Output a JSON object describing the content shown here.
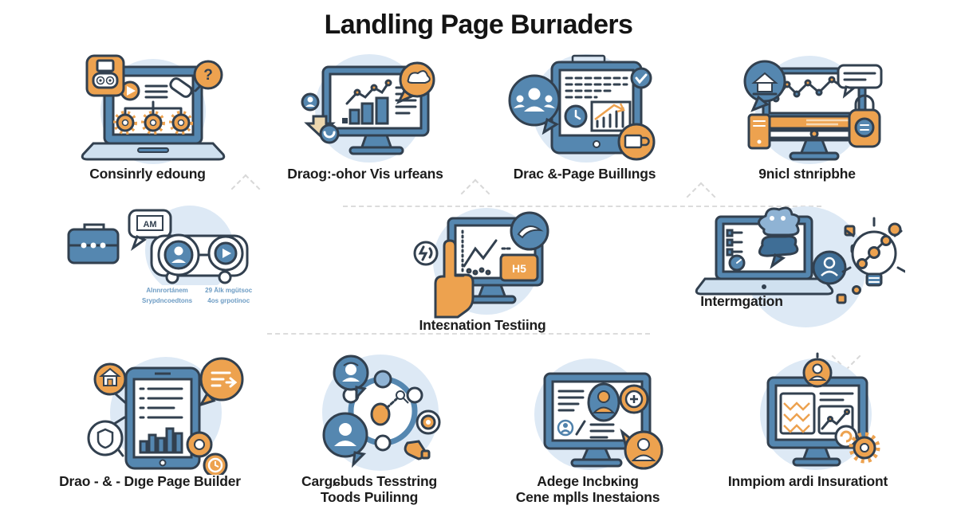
{
  "title": "Landling Page Burıaders",
  "colors": {
    "accent_orange": "#eda24f",
    "steel_blue": "#5587b0",
    "light_blue_bg": "#dde9f5",
    "outline_navy": "#32404f",
    "caption_text": "#1c1c1c",
    "mini_label_blue": "#6d9cc4"
  },
  "cells": {
    "r1c1": {
      "caption": "Consinrly edoung",
      "icon": "laptop-workflow"
    },
    "r1c2": {
      "caption": "Draog:-ohor Vis urfeans",
      "icon": "monitor-bar-chart"
    },
    "r1c3": {
      "caption": "Drac &-Page Buillıngs",
      "icon": "tablet-report"
    },
    "r1c4": {
      "caption": "9nicl stnripbhe",
      "icon": "monitor-analytics-lock"
    },
    "r2c1": {
      "icon": "briefcase-network",
      "bubble_text": "AM",
      "labels": {
        "col1_line1": "Alnnrortánem",
        "col1_line2": "Srypdncoedtons",
        "col2_line1": "29 Älk mgütsoc",
        "col2_line2": "4os grpotinoc"
      }
    },
    "r2c2": {
      "caption": "Inteɛnation Testiing",
      "icon": "hand-testing",
      "card_label": "H5"
    },
    "r2c3": {
      "caption": "Intermgation",
      "icon": "laptop-idea"
    },
    "r3c1": {
      "caption": "Drao - & - Dıge Page Builder",
      "icon": "tablet-builder"
    },
    "r3c2": {
      "caption_line1": "Cargɕbuds Tesstring",
      "caption_line2": "Toods Puilinng",
      "icon": "collaboration-hub"
    },
    "r3c3": {
      "caption_line1": "Adege Incbĸing",
      "caption_line2": "Cene mplls Inestaions",
      "icon": "profile-monitor"
    },
    "r3c4": {
      "caption": "Inmpiom ardi Insurationt",
      "icon": "report-monitor"
    },
    "badge_question_mark": "?"
  }
}
